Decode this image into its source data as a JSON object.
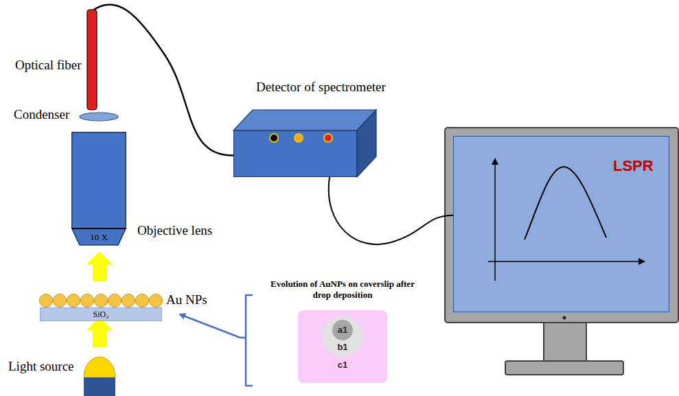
{
  "diagram": {
    "nodes": [
      {
        "text": [
          "Evolution of AuNPs on coverslip after drop deposition",
          "c1"
        ]
      },
      {
        "text": [
          "b1"
        ],
        "in": 0
      },
      {
        "text": [
          "a1"
        ],
        "in": 1
      },
      {
        "text": [
          "Detector of spectrometer"
        ]
      },
      {
        "text": [
          "LSPR"
        ]
      },
      {
        "text": [
          "Objective lens",
          "10 X"
        ]
      },
      {
        "text": [
          "SiO₂"
        ]
      }
    ],
    "edges": [
      {
        "from": 3,
        "to": 4,
        "arrow": "none"
      }
    ],
    "labels": [
      "Optical fiber",
      "Condenser",
      "Au NPs",
      "Light source"
    ]
  }
}
